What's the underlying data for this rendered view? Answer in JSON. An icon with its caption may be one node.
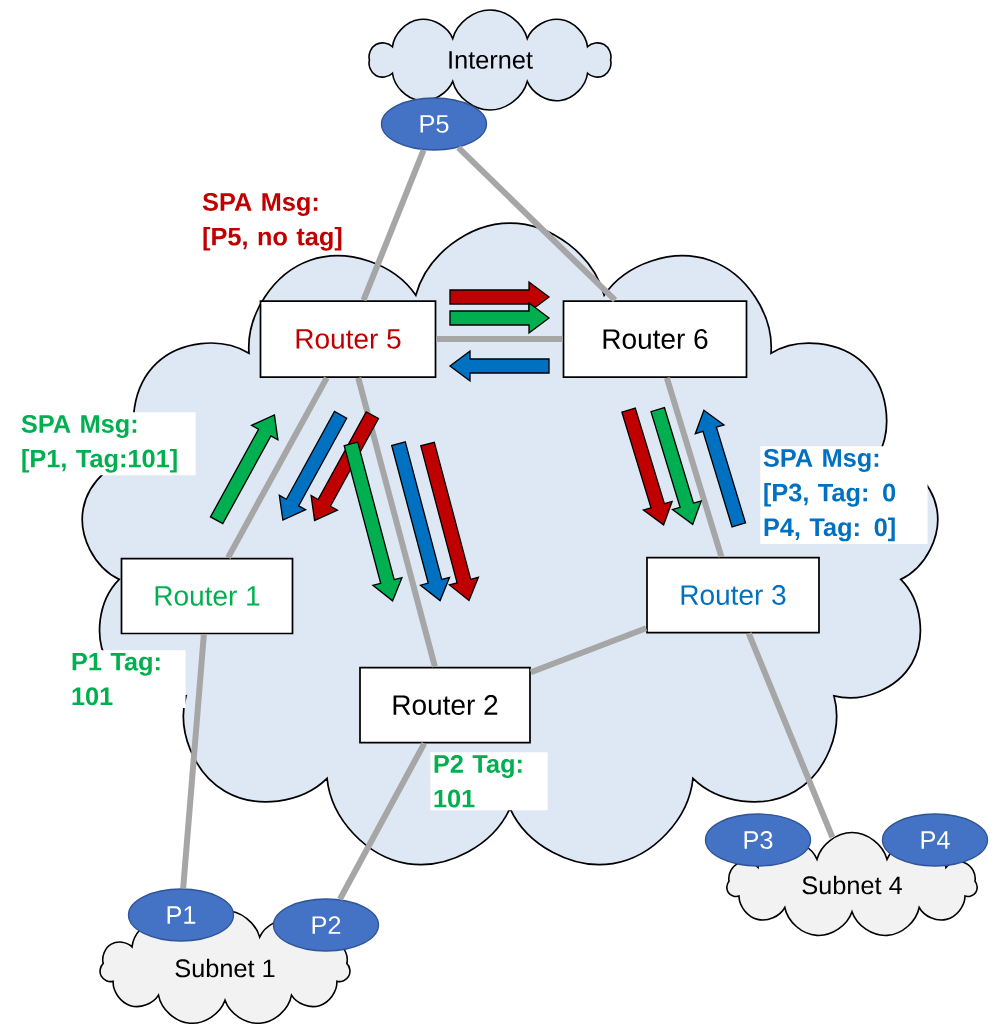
{
  "diagram": {
    "nodes": [
      {
        "text": [
          "Internet"
        ]
      },
      {
        "text": [
          "P5"
        ]
      },
      {
        "text": [],
        "shape": "cloud"
      },
      {
        "text": [
          "Router 5"
        ],
        "in": 2
      },
      {
        "text": [
          "Router 6"
        ],
        "in": 2
      },
      {
        "text": [
          "Router 1"
        ],
        "in": 2
      },
      {
        "text": [
          "Router 2"
        ],
        "in": 2
      },
      {
        "text": [
          "Router 3"
        ],
        "in": 2
      },
      {
        "text": [
          "Subnet 1"
        ]
      },
      {
        "text": [
          "P1"
        ]
      },
      {
        "text": [
          "P2"
        ]
      },
      {
        "text": [
          "Subnet 4"
        ]
      },
      {
        "text": [
          "P3"
        ]
      },
      {
        "text": [
          "P4"
        ]
      }
    ],
    "edges": [
      {
        "from": 1,
        "to": 3,
        "arrow": "none"
      },
      {
        "from": 1,
        "to": 4,
        "arrow": "none"
      },
      {
        "from": 3,
        "to": 4,
        "arrow": "none"
      },
      {
        "from": 3,
        "to": 5,
        "arrow": "none"
      },
      {
        "from": 3,
        "to": 6,
        "arrow": "none"
      },
      {
        "from": 4,
        "to": 7,
        "arrow": "none"
      },
      {
        "from": 7,
        "to": 6,
        "arrow": "none"
      },
      {
        "from": 5,
        "to": 9,
        "arrow": "none"
      },
      {
        "from": 6,
        "to": 10,
        "arrow": "none"
      },
      {
        "from": 7,
        "to": 11,
        "arrow": "none"
      },
      {
        "from": 3,
        "to": 4,
        "arrow": "to",
        "style": "thick",
        "color": "#c00000"
      },
      {
        "from": 3,
        "to": 4,
        "arrow": "to",
        "style": "thick",
        "color": "#00b050"
      },
      {
        "from": 4,
        "to": 3,
        "arrow": "to",
        "style": "thick",
        "color": "#0070c0"
      },
      {
        "from": 5,
        "to": 3,
        "arrow": "to",
        "style": "thick",
        "color": "#00b050"
      },
      {
        "from": 3,
        "to": 5,
        "arrow": "to",
        "style": "thick",
        "color": "#0070c0"
      },
      {
        "from": 3,
        "to": 5,
        "arrow": "to",
        "style": "thick",
        "color": "#c00000"
      },
      {
        "from": 3,
        "to": 6,
        "arrow": "to",
        "style": "thick",
        "color": "#00b050"
      },
      {
        "from": 3,
        "to": 6,
        "arrow": "to",
        "style": "thick",
        "color": "#0070c0"
      },
      {
        "from": 3,
        "to": 6,
        "arrow": "to",
        "style": "thick",
        "color": "#c00000"
      },
      {
        "from": 4,
        "to": 7,
        "arrow": "to",
        "style": "thick",
        "color": "#c00000"
      },
      {
        "from": 4,
        "to": 7,
        "arrow": "to",
        "style": "thick",
        "color": "#00b050"
      },
      {
        "from": 7,
        "to": 4,
        "arrow": "to",
        "style": "thick",
        "color": "#0070c0"
      }
    ],
    "labels": [
      "SPA Msg: [P5, no tag]",
      "SPA Msg: [P1, Tag:101]",
      "SPA Msg: [P3, Tag: 0 P4, Tag: 0]",
      "P1 Tag: 101",
      "P2 Tag: 101"
    ]
  }
}
